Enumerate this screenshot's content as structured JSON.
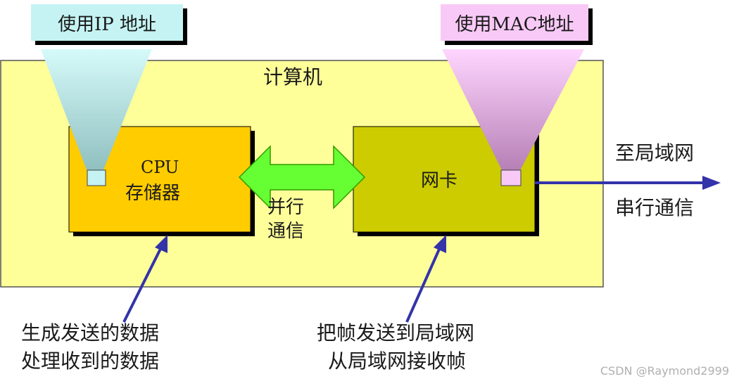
{
  "labels": {
    "ip_label": "使用IP 地址",
    "mac_label": "使用MAC地址",
    "computer_title": "计算机",
    "cpu_line1": "CPU",
    "cpu_line2": "存储器",
    "nic": "网卡",
    "parallel_line1": "并行",
    "parallel_line2": "通信",
    "to_lan": "至局域网",
    "serial": "串行通信",
    "cpu_note_line1": "生成发送的数据",
    "cpu_note_line2": "处理收到的数据",
    "nic_note_line1": "把帧发送到局域网",
    "nic_note_line2": "从局域网接收帧",
    "watermark": "CSDN @Raymond2999"
  },
  "colors": {
    "computer_bg": "#ffff99",
    "cpu_box": "#ffcc00",
    "nic_box": "#cccc00",
    "parallel_arrow": "#66ff33",
    "ip_cone": "#aee8e8",
    "mac_cone": "#e6a6e6",
    "pointer_arrow": "#3333aa"
  }
}
